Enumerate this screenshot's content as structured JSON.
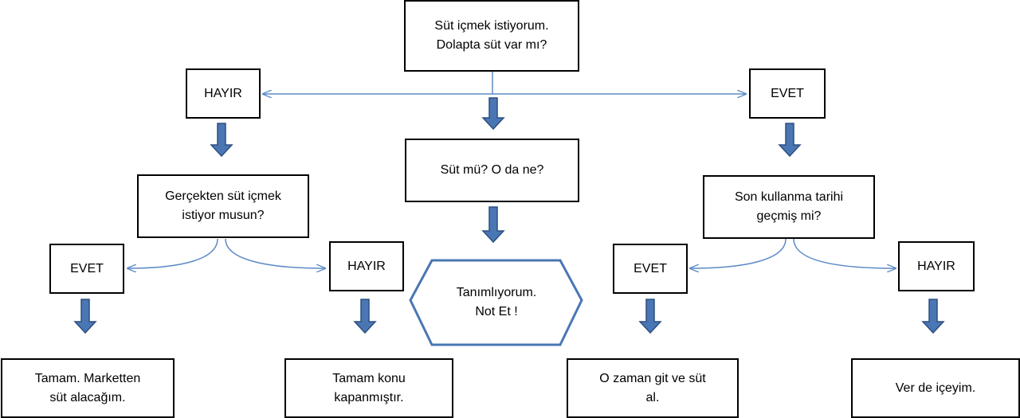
{
  "nodes": {
    "start": {
      "line1": "Süt içmek istiyorum.",
      "line2": "Dolapta süt var mı?"
    },
    "no_top": {
      "text": "HAYIR"
    },
    "yes_top": {
      "text": "EVET"
    },
    "what_milk": {
      "text": "Süt mü? O da ne?"
    },
    "really_want": {
      "line1": "Gerçekten süt içmek",
      "line2": "istiyor musun?"
    },
    "expiry": {
      "line1": "Son kullanma tarihi",
      "line2": "geçmiş mi?"
    },
    "yes_left": {
      "text": "EVET"
    },
    "no_midleft": {
      "text": "HAYIR"
    },
    "unknown": {
      "line1": "Tanımlıyorum.",
      "line2": "Not Et !"
    },
    "yes_midright": {
      "text": "EVET"
    },
    "no_right": {
      "text": "HAYIR"
    },
    "buy_milk": {
      "line1": "Tamam. Marketten",
      "line2": "süt alacağım."
    },
    "topic_closed": {
      "line1": "Tamam konu",
      "line2": "kapanmıştır."
    },
    "go_buy": {
      "line1": "O zaman git ve süt",
      "line2": "al."
    },
    "drink": {
      "text": "Ver de içeyim."
    }
  },
  "colors": {
    "connector": "#5b8ac6",
    "arrow_fill": "#4a77b4",
    "arrow_stroke": "#2c4f80",
    "hex_border": "#4a77b4"
  }
}
